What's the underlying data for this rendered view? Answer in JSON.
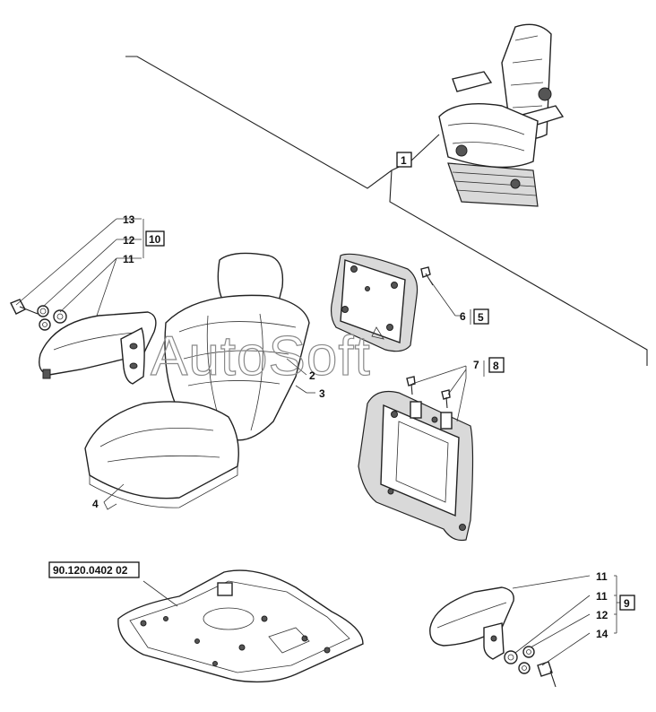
{
  "watermark": "AutoSoft",
  "reference_label": "90.120.0402 02",
  "callouts": {
    "c1": "1",
    "c2": "2",
    "c3": "3",
    "c4": "4",
    "c5": "5",
    "c6": "6",
    "c7": "7",
    "c8": "8",
    "c9": "9",
    "c10": "10",
    "c11a": "11",
    "c12a": "12",
    "c13": "13",
    "c11b": "11",
    "c11c": "11",
    "c12b": "12",
    "c14": "14"
  }
}
